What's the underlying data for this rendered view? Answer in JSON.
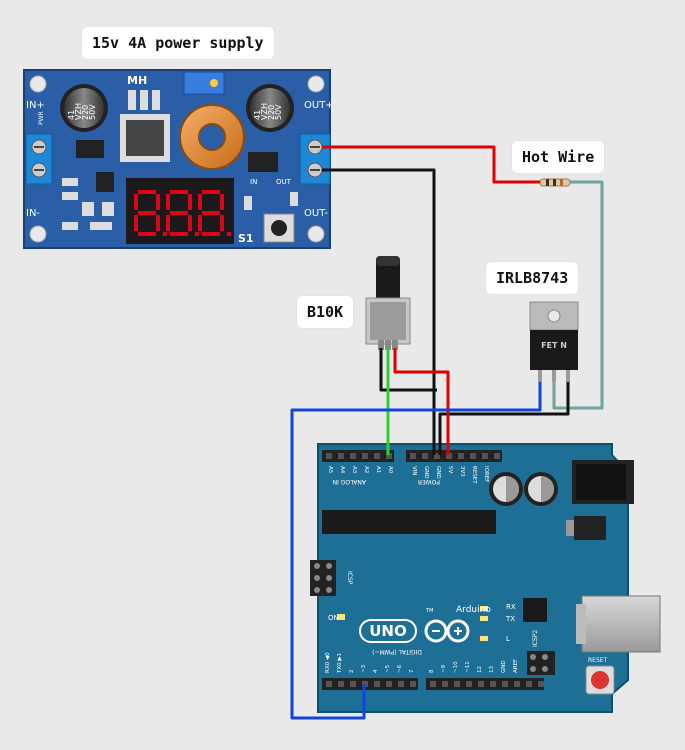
{
  "labels": {
    "power_supply": "15v 4A power supply",
    "hot_wire": "Hot Wire",
    "mosfet": "IRLB8743",
    "pot": "B10K"
  },
  "psu": {
    "mh": "MH",
    "in_plus": "IN+",
    "in_minus": "IN-",
    "out_plus": "OUT+",
    "out_minus": "OUT-",
    "pwr": "PWR",
    "in": "IN",
    "out": "OUT",
    "s1": "S1",
    "cap_text": [
      "41",
      "VZH",
      "220",
      "50V"
    ]
  },
  "mosfet": {
    "marking": "FET N"
  },
  "arduino": {
    "analog_in": "ANALOG IN",
    "power": "POWER",
    "analog_pins": [
      "A5",
      "A4",
      "A3",
      "A2",
      "A1",
      "A0"
    ],
    "power_pins": [
      "VIN",
      "GND",
      "GND",
      "5V",
      "3V3",
      "RESET",
      "IOREF"
    ],
    "icsp": "ICSP",
    "icsp2": "ICSP2",
    "on": "ON",
    "tx": "TX",
    "rx": "RX",
    "l": "L",
    "uno": "UNO",
    "brand": "Arduino",
    "tm": "TM",
    "digital": "DIGITAL (PWM~)",
    "reset": "RESET",
    "digital_pins_left": [
      "RX0 ◀0",
      "TX0 ▶1",
      "2",
      "~3",
      "4",
      "~5",
      "~6",
      "7"
    ],
    "digital_pins_right": [
      "8",
      "~9",
      "~10",
      "~11",
      "12",
      "13",
      "GND",
      "AREF"
    ]
  },
  "colors": {
    "background": "#e9e9e9",
    "psu_board": "#2a5fa8",
    "arduino_board": "#1e6f96",
    "wire_red": "#e00000",
    "wire_black": "#111111",
    "wire_green": "#33cc33",
    "wire_blue": "#1144dd",
    "wire_teal": "#6fa3a0"
  }
}
